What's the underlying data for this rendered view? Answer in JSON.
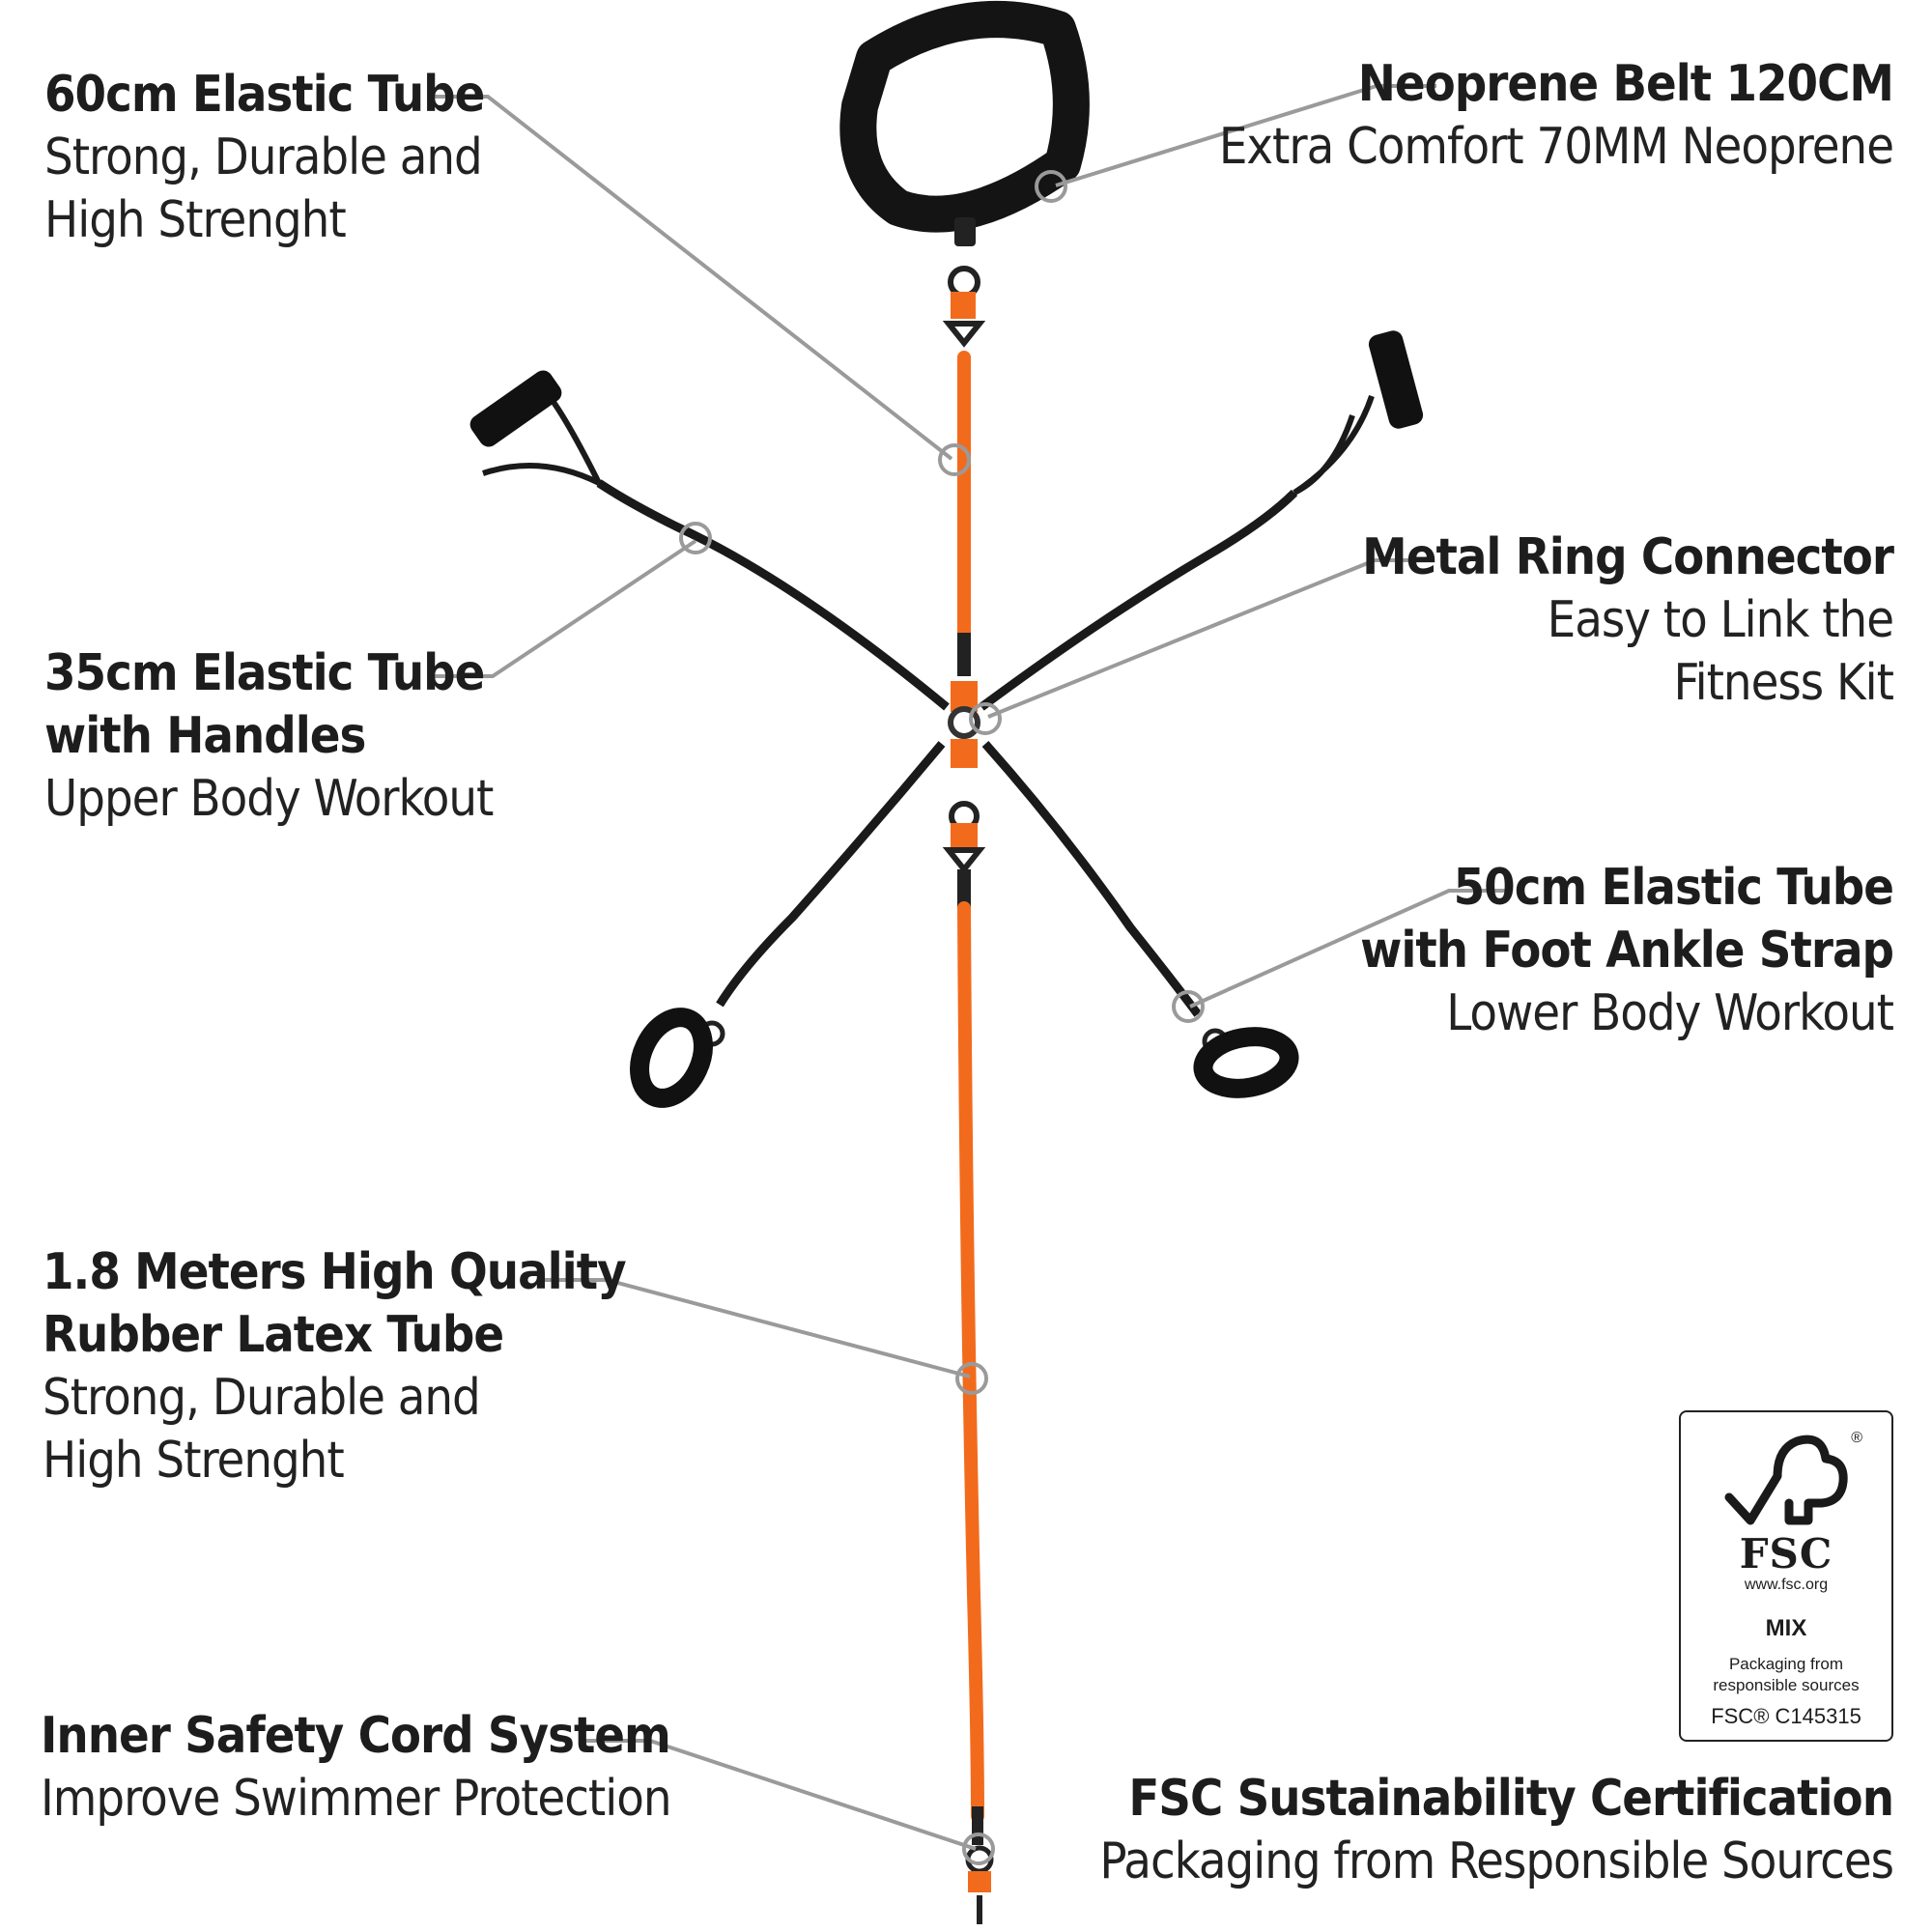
{
  "colors": {
    "tube": "#f26b1d",
    "strap": "#1a1a1a",
    "leader": "#9a9a9a",
    "text": "#1d1d1d"
  },
  "labels": {
    "elastic60": {
      "title": "60cm Elastic Tube",
      "lines": [
        "Strong, Durable and",
        "High Strenght"
      ]
    },
    "belt": {
      "title": "Neoprene Belt 120CM",
      "lines": [
        "Extra Comfort 70MM Neoprene"
      ]
    },
    "elastic35": {
      "title_lines": [
        "35cm Elastic Tube",
        "with Handles"
      ],
      "lines": [
        "Upper Body Workout"
      ]
    },
    "ring": {
      "title": "Metal Ring Connector",
      "lines": [
        "Easy to Link the",
        "Fitness Kit"
      ]
    },
    "elastic50": {
      "title_lines": [
        "50cm Elastic Tube",
        "with Foot Ankle Strap"
      ],
      "lines": [
        "Lower Body Workout"
      ]
    },
    "latex": {
      "title_lines": [
        "1.8 Meters High Quality",
        "Rubber Latex Tube"
      ],
      "lines": [
        "Strong, Durable and",
        "High Strenght"
      ]
    },
    "safety": {
      "title": "Inner Safety Cord System",
      "lines": [
        "Improve Swimmer Protection"
      ]
    },
    "fsc_cert": {
      "title": "FSC Sustainability Certification",
      "lines": [
        "Packaging from Responsible Sources"
      ]
    }
  },
  "fsc_logo": {
    "brand": "FSC",
    "registered": "®",
    "url": "www.fsc.org",
    "mix": "MIX",
    "packaging_lines": [
      "Packaging from",
      "responsible sources"
    ],
    "code": "FSC® C145315"
  }
}
